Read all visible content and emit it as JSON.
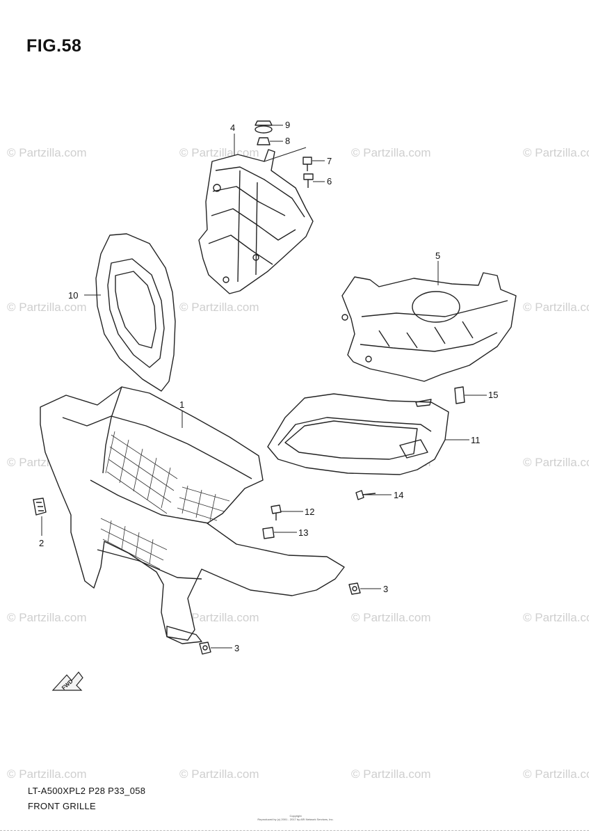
{
  "figure": {
    "title": "FIG.58",
    "model_code": "LT-A500XPL2 P28 P33_058",
    "section_name": "FRONT GRILLE",
    "copyright_line1": "Copyright",
    "copyright_line2": "Reproduced by (c) 2001 - 2017 by ARI Network Services, Inc."
  },
  "watermark": "© Partzilla.com",
  "fwd_label": "FWD",
  "callouts": {
    "c1": "1",
    "c2": "2",
    "c3a": "3",
    "c3b": "3",
    "c4": "4",
    "c5": "5",
    "c6": "6",
    "c7": "7",
    "c8": "8",
    "c9": "9",
    "c10": "10",
    "c11": "11",
    "c12": "12",
    "c13": "13",
    "c14": "14",
    "c15": "15"
  },
  "colors": {
    "line": "#222222",
    "watermark": "#cfcfcf",
    "background": "#ffffff"
  }
}
